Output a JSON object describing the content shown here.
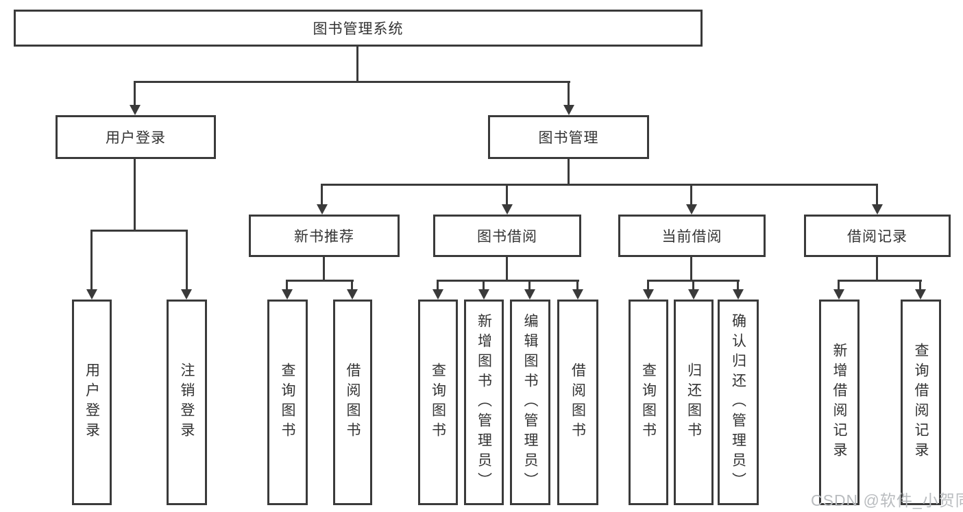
{
  "colors": {
    "line": "#3a3a3a",
    "text": "#333333",
    "watermark": "#b9bcbf",
    "bg": "#ffffff"
  },
  "watermark": {
    "text": "CSDN @软件_小贺同学"
  },
  "diagram": {
    "root": {
      "label": "图书管理系统"
    },
    "branches": [
      {
        "label": "用户登录",
        "children": [
          {
            "label": "用户登录"
          },
          {
            "label": "注销登录"
          }
        ]
      },
      {
        "label": "图书管理",
        "groups": [
          {
            "label": "新书推荐",
            "children": [
              {
                "label": "查询图书"
              },
              {
                "label": "借阅图书"
              }
            ]
          },
          {
            "label": "图书借阅",
            "children": [
              {
                "label": "查询图书"
              },
              {
                "label": "新增图书（管理员）"
              },
              {
                "label": "编辑图书（管理员）"
              },
              {
                "label": "借阅图书"
              }
            ]
          },
          {
            "label": "当前借阅",
            "children": [
              {
                "label": "查询图书"
              },
              {
                "label": "归还图书"
              },
              {
                "label": "确认归还（管理员）"
              }
            ]
          },
          {
            "label": "借阅记录",
            "children": [
              {
                "label": "新增借阅记录"
              },
              {
                "label": "查询借阅记录"
              }
            ]
          }
        ]
      }
    ]
  }
}
